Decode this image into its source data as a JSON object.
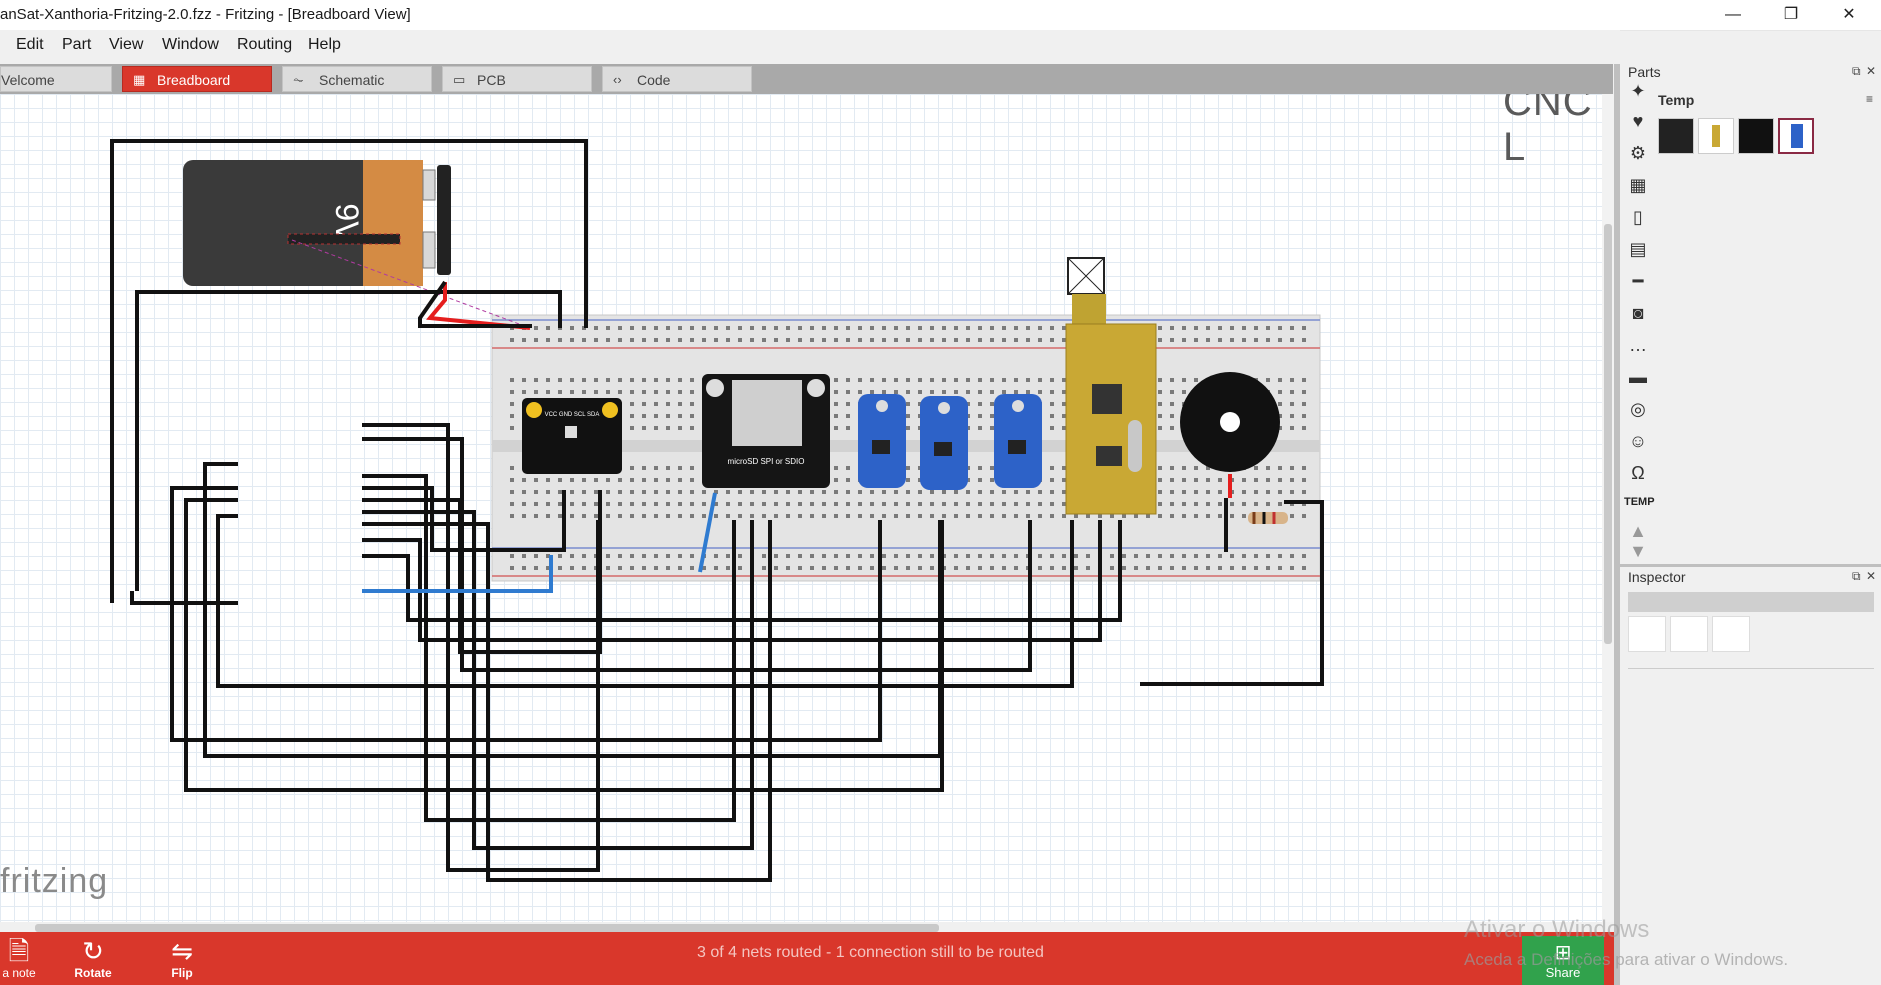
{
  "window": {
    "title": "anSat-Xanthoria-Fritzing-2.0.fzz - Fritzing - [Breadboard View]",
    "minimize_glyph": "—",
    "restore_glyph": "❐",
    "close_glyph": "✕"
  },
  "menu": [
    "Edit",
    "Part",
    "View",
    "Window",
    "Routing",
    "Help"
  ],
  "tabs": [
    {
      "label": "Velcome",
      "icon": "welcome-icon",
      "active": false
    },
    {
      "label": "Breadboard",
      "icon": "breadboard-icon",
      "active": true
    },
    {
      "label": "Schematic",
      "icon": "schematic-icon",
      "active": false
    },
    {
      "label": "PCB",
      "icon": "pcb-icon",
      "active": false
    },
    {
      "label": "Code",
      "icon": "code-icon",
      "active": false
    }
  ],
  "canvas": {
    "corner_text": "CNC L",
    "logo_text": "fritzing",
    "battery_label": "9V"
  },
  "parts_panel": {
    "title": "Parts",
    "bin_title": "Temp",
    "bin_label": "TEMP",
    "thumbnails": [
      "sd-card-module",
      "yellow-module",
      "black-board",
      "blue-sensor"
    ]
  },
  "inspector": {
    "title": "Inspector"
  },
  "status": {
    "routing_text": "3 of 4 nets routed - 1 connection still to be routed",
    "tools": [
      {
        "label": "a note",
        "icon": "note-icon"
      },
      {
        "label": "Rotate",
        "icon": "rotate-icon"
      },
      {
        "label": "Flip",
        "icon": "flip-icon"
      }
    ],
    "share_label": "Share"
  },
  "watermark": {
    "line1": "Ativar o Windows",
    "line2": "Aceda a Definições para ativar o Windows."
  },
  "colors": {
    "accent": "#d9372b",
    "share": "#31a24c",
    "wire": "#111111",
    "blue_wire": "#2f7bd0"
  }
}
